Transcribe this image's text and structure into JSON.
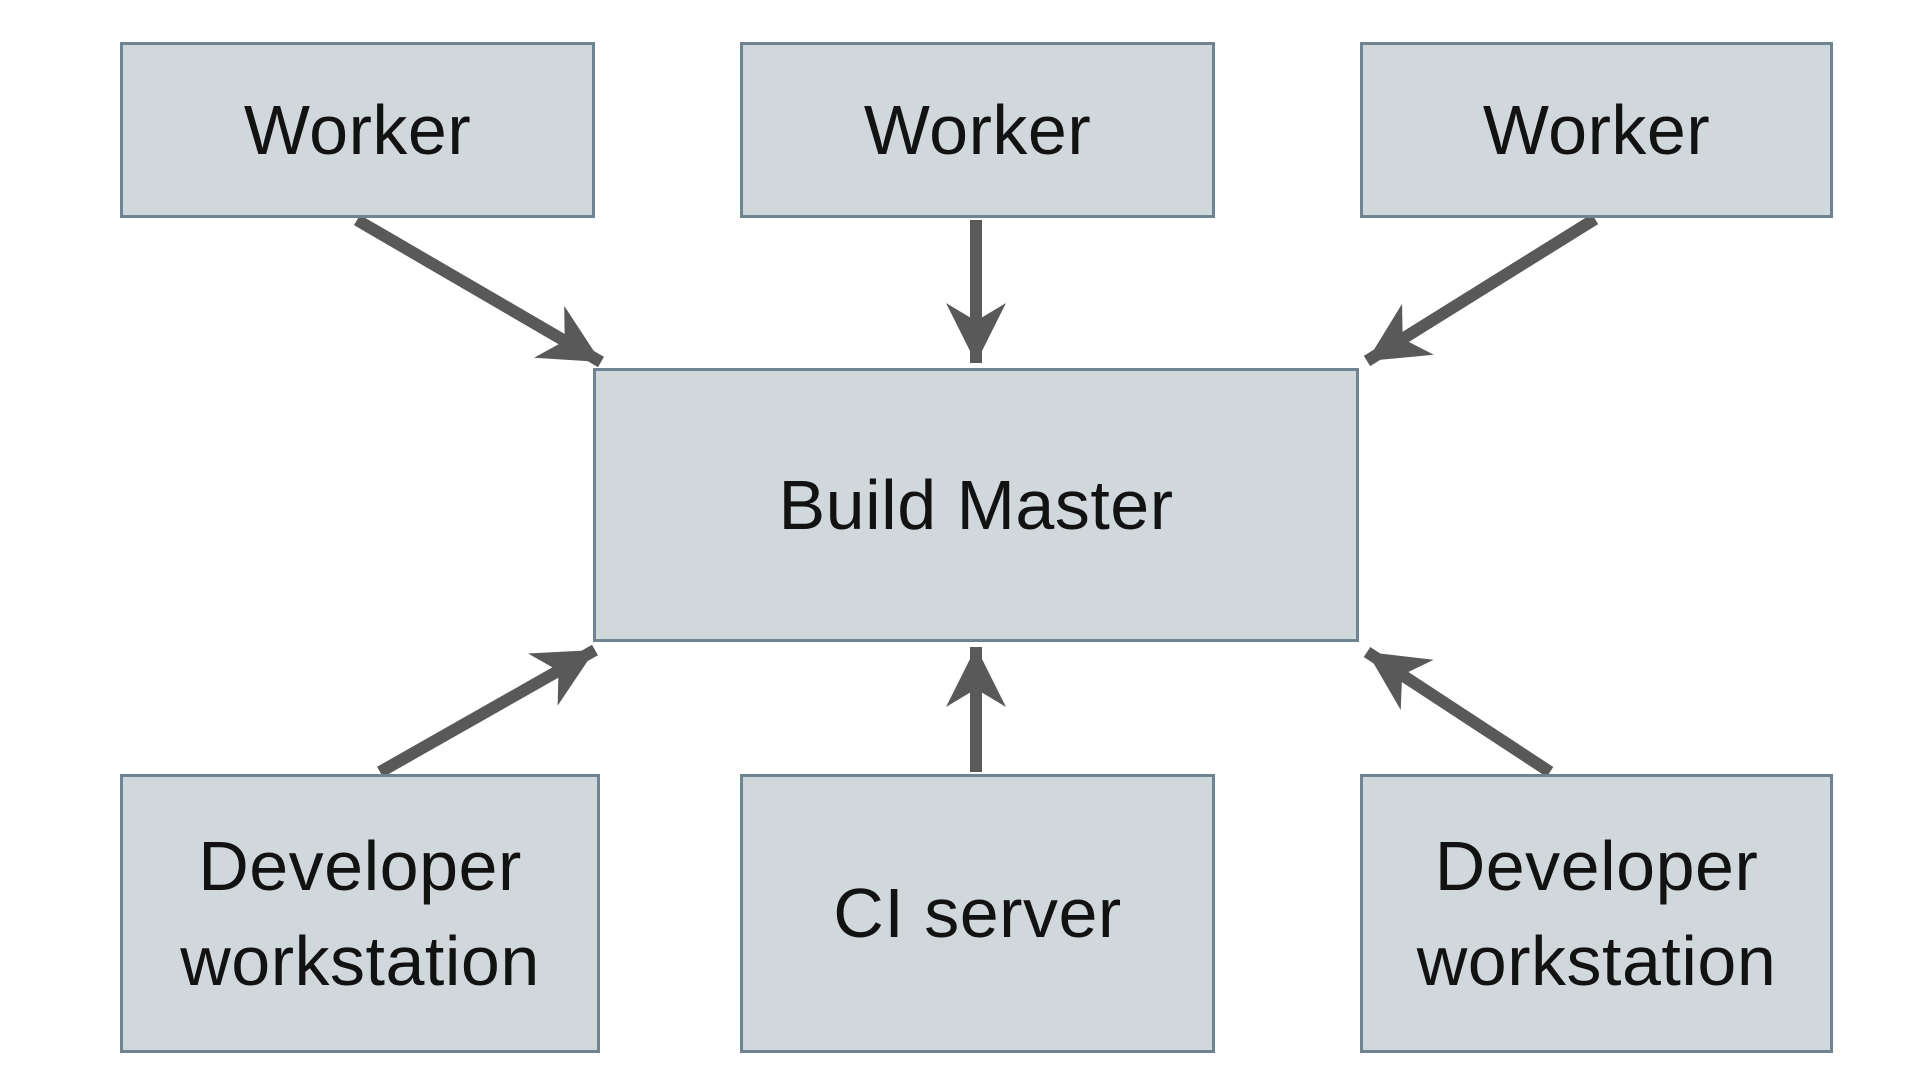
{
  "diagram": {
    "type": "architecture-diagram",
    "nodes": [
      {
        "id": "worker-1",
        "label": "Worker",
        "row": "top",
        "column": "left"
      },
      {
        "id": "worker-2",
        "label": "Worker",
        "row": "top",
        "column": "center"
      },
      {
        "id": "worker-3",
        "label": "Worker",
        "row": "top",
        "column": "right"
      },
      {
        "id": "build-master",
        "label": "Build Master",
        "row": "middle",
        "column": "center"
      },
      {
        "id": "developer-workstation-1",
        "label": "Developer\nworkstation",
        "row": "bottom",
        "column": "left"
      },
      {
        "id": "ci-server",
        "label": "CI server",
        "row": "bottom",
        "column": "center"
      },
      {
        "id": "developer-workstation-2",
        "label": "Developer\nworkstation",
        "row": "bottom",
        "column": "right"
      }
    ],
    "edges": [
      {
        "from": "worker-1",
        "to": "build-master"
      },
      {
        "from": "worker-2",
        "to": "build-master"
      },
      {
        "from": "worker-3",
        "to": "build-master"
      },
      {
        "from": "developer-workstation-1",
        "to": "build-master"
      },
      {
        "from": "ci-server",
        "to": "build-master"
      },
      {
        "from": "developer-workstation-2",
        "to": "build-master"
      }
    ],
    "colors": {
      "background": "#ffffff",
      "node_fill": "#d0d8db",
      "node_border": "#6f8490",
      "arrow": "#595959",
      "text": "#121212"
    }
  }
}
